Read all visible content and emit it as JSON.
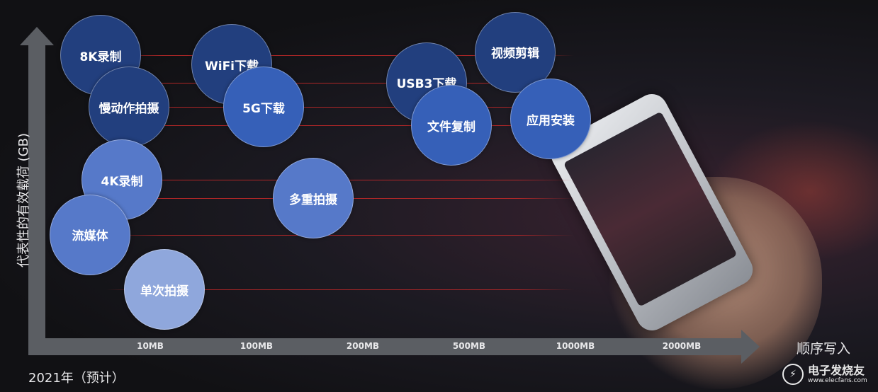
{
  "chart_data": {
    "type": "scatter",
    "xlabel": "顺序写入",
    "ylabel": "代表性的有效载荷 (GB)",
    "footnote": "2021年（预计）",
    "x_categories": [
      "10MB",
      "100MB",
      "200MB",
      "500MB",
      "1000MB",
      "2000MB"
    ],
    "points": [
      {
        "label": "8K录制",
        "x": "10MB",
        "y_rank": 9.3,
        "tone": "dark"
      },
      {
        "label": "慢动作拍摄",
        "x": "10MB",
        "y_rank": 7.6,
        "tone": "dark"
      },
      {
        "label": "4K录制",
        "x": "10MB",
        "y_rank": 5.2,
        "tone": "light"
      },
      {
        "label": "流媒体",
        "x": "10MB",
        "y_rank": 3.4,
        "tone": "light"
      },
      {
        "label": "单次拍摄",
        "x": "10MB",
        "y_rank": 1.6,
        "tone": "pale"
      },
      {
        "label": "WiFi下载",
        "x": "100MB",
        "y_rank": 9.0,
        "tone": "dark"
      },
      {
        "label": "5G下载",
        "x": "100MB",
        "y_rank": 7.6,
        "tone": "medium"
      },
      {
        "label": "多重拍摄",
        "x": "200MB",
        "y_rank": 4.6,
        "tone": "light"
      },
      {
        "label": "USB3下载",
        "x": "500MB",
        "y_rank": 8.4,
        "tone": "dark"
      },
      {
        "label": "文件复制",
        "x": "500MB",
        "y_rank": 7.0,
        "tone": "medium"
      },
      {
        "label": "视频剪辑",
        "x": "500MB",
        "y_rank": 9.4,
        "tone": "dark"
      },
      {
        "label": "应用安装",
        "x": "1000MB",
        "y_rank": 7.2,
        "tone": "medium"
      }
    ],
    "grid": true
  },
  "colors": {
    "dark": "#223f7e",
    "medium": "#3660b8",
    "light": "#5679c9",
    "pale": "#8fa7dc"
  },
  "watermark": {
    "logo_icon": "electron-logo-icon",
    "name": "电子发烧友",
    "url": "www.elecfans.com"
  }
}
